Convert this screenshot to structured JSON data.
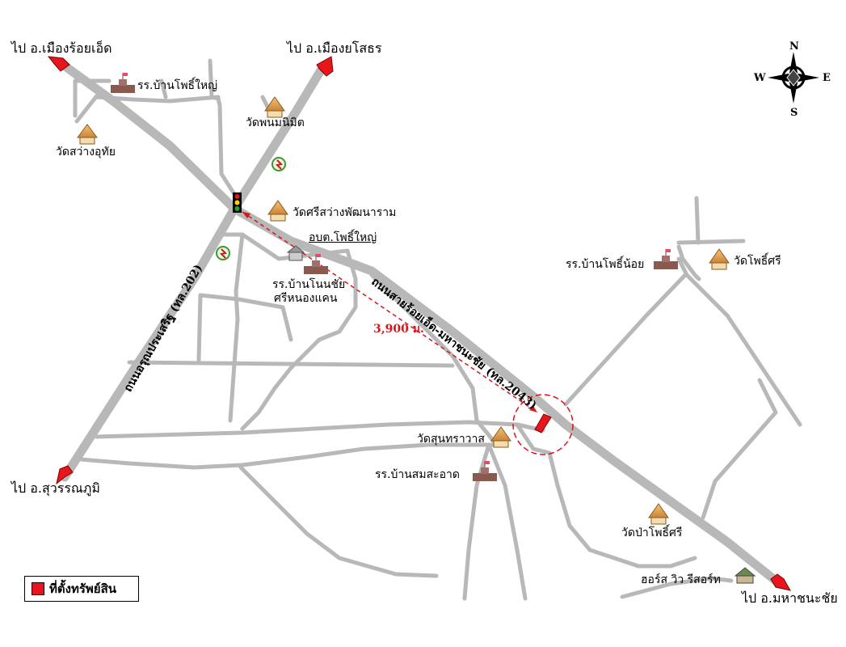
{
  "destinations": {
    "roi_et": "ไป อ.เมืองร้อยเอ็ด",
    "yasothon": "ไป อ.เมืองยโสธร",
    "suwannaphum": "ไป อ.สุวรรณภูมิ",
    "maha_chana_chai": "ไป อ.มหาชนะชัย"
  },
  "places": {
    "school_pho_yai": "รร.บ้านโพธิ์ใหญ่",
    "wat_phon_mimit": "วัดพนมนิมิต",
    "wat_sawang_uthai": "วัดสว่างอุทัย",
    "wat_si_sawang": "วัดศรีสว่างพัฒนาราม",
    "tao_pho_yai": "อบต.โพธิ์ใหญ่",
    "school_non_chai_1": "รร.บ้านโนนชัย",
    "school_non_chai_2": "ศรีหนองแคน",
    "school_pho_noi": "รร.บ้านโพธิ์น้อย",
    "wat_pho_si": "วัดโพธิ์ศรี",
    "wat_sunthrawat": "วัดสุนทราวาส",
    "school_som_sa_at": "รร.บ้านสมสะอาด",
    "wat_pa_pho_si": "วัดป่าโพธิ์ศรี",
    "horse_view_resort": "ฮอร์ส วิว รีสอร์ท"
  },
  "roads": {
    "arun_prasert": "ถนนอรุณประเสริฐ (ทล.202)",
    "roi_et_maha": "ถนนสายร้อยเอ็ด-มหาชนะชัย (ทล.2043)"
  },
  "distance": "3,900 ม.",
  "compass": {
    "n": "N",
    "s": "S",
    "e": "E",
    "w": "W"
  },
  "legend": {
    "label": "ที่ตั้งทรัพย์สิน"
  },
  "colors": {
    "road": "#b8b8b8",
    "arrow": "#e8161c",
    "distance": "#d9141b"
  }
}
